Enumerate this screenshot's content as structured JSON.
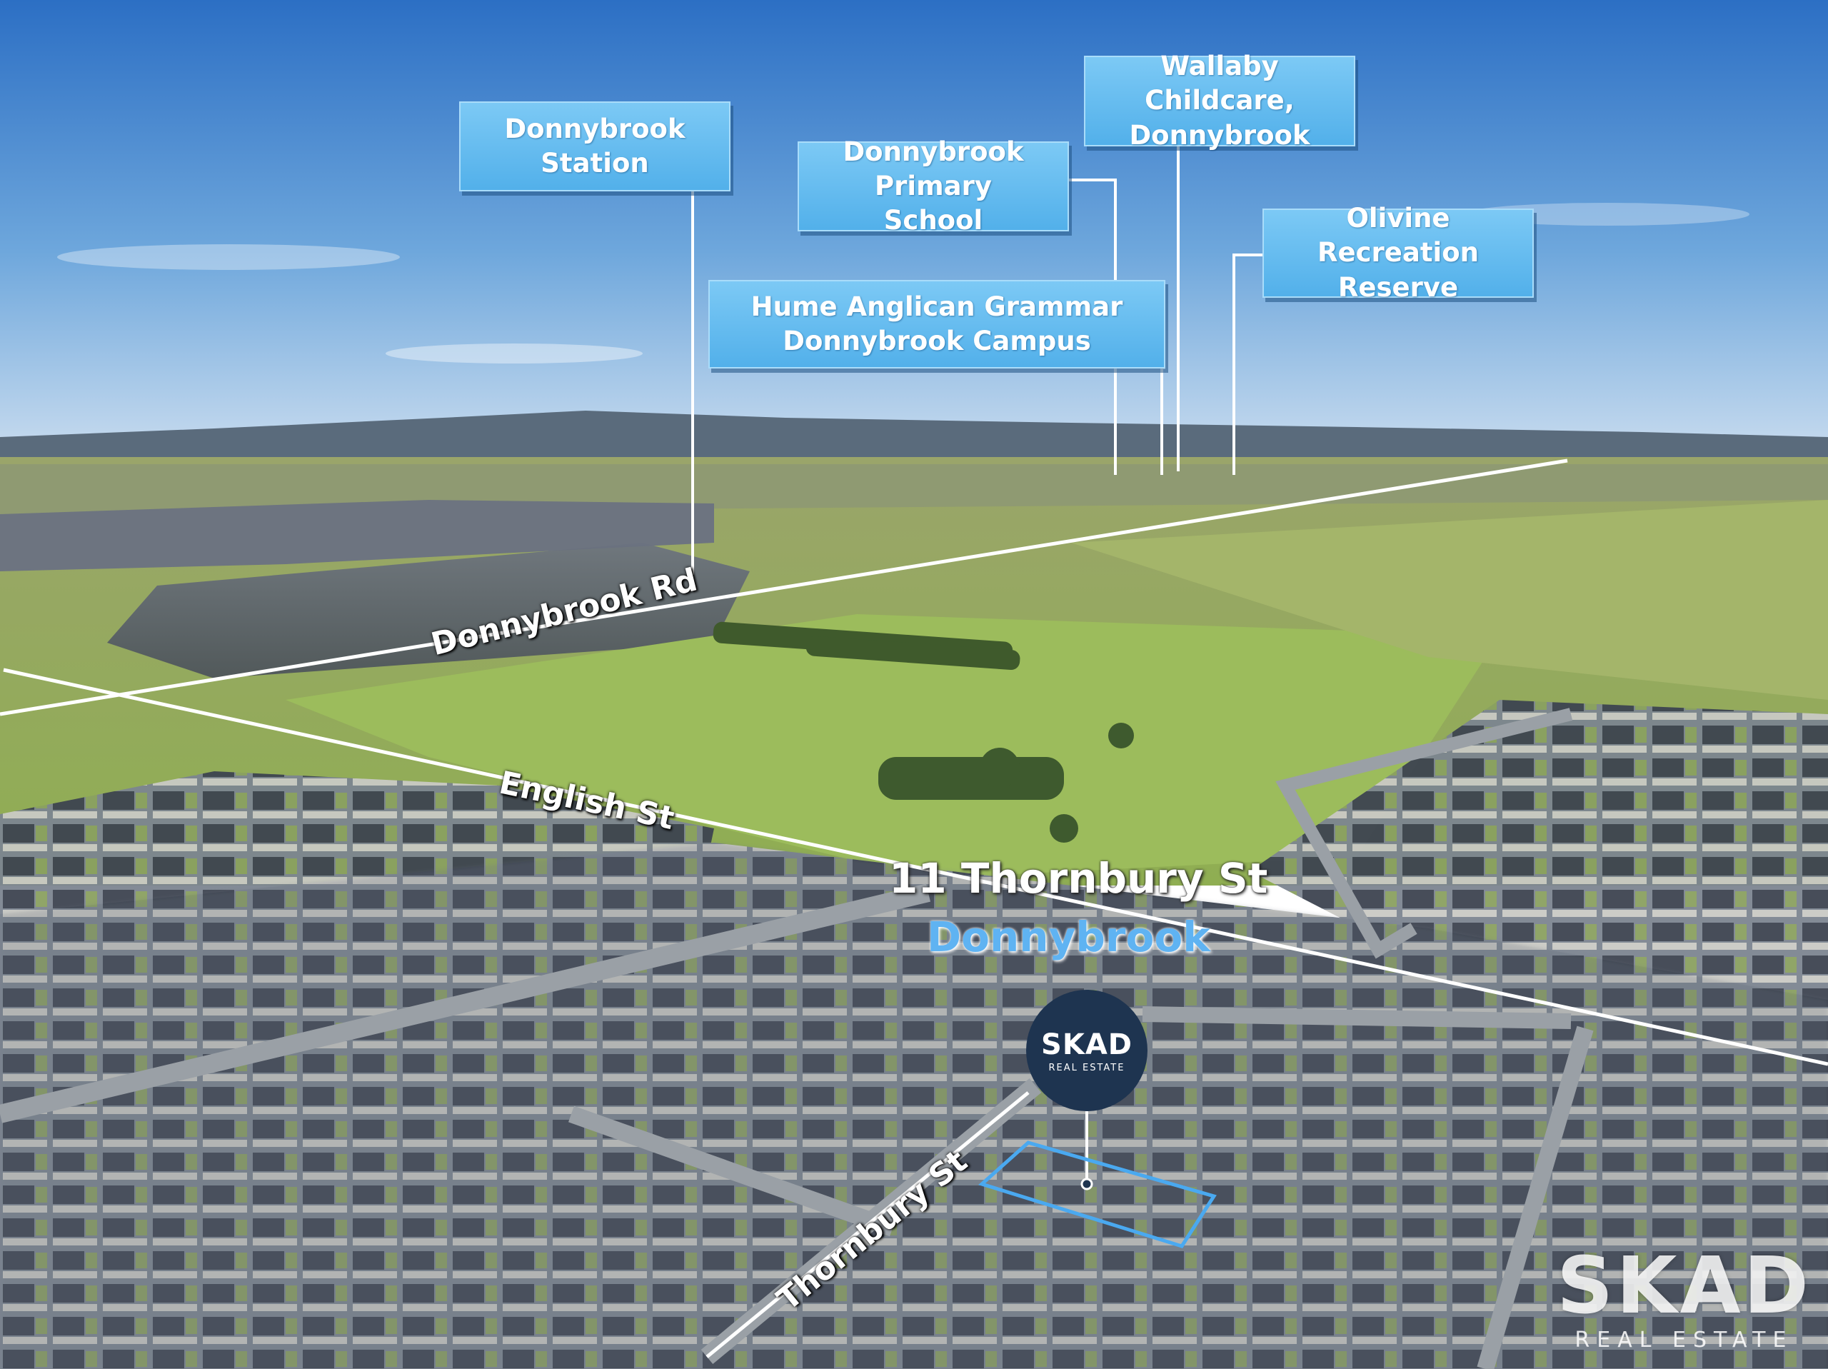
{
  "callouts": {
    "station": "Donnybrook Station",
    "primary_school": "Donnybrook Primary School",
    "childcare": "Wallaby Childcare, Donnybrook",
    "recreation": "Olivine Recreation Reserve",
    "grammar_line1": "Hume Anglican Grammar",
    "grammar_line2": "Donnybrook Campus"
  },
  "roads": {
    "donnybrook_rd": "Donnybrook Rd",
    "english_st": "English St",
    "thornbury_st": "Thornbury St"
  },
  "property": {
    "address": "11 Thornbury St",
    "suburb": "Donnybrook"
  },
  "brand": {
    "badge_word": "SKAD",
    "badge_sub": "REAL ESTATE",
    "watermark_word": "SKAD",
    "watermark_sub": "REAL ESTATE"
  },
  "colors": {
    "callout_blue": "#5fb7ee",
    "suburb_blue": "#5fb3f2",
    "outline_blue": "#4aa9f0",
    "badge_navy": "#1e3450"
  }
}
